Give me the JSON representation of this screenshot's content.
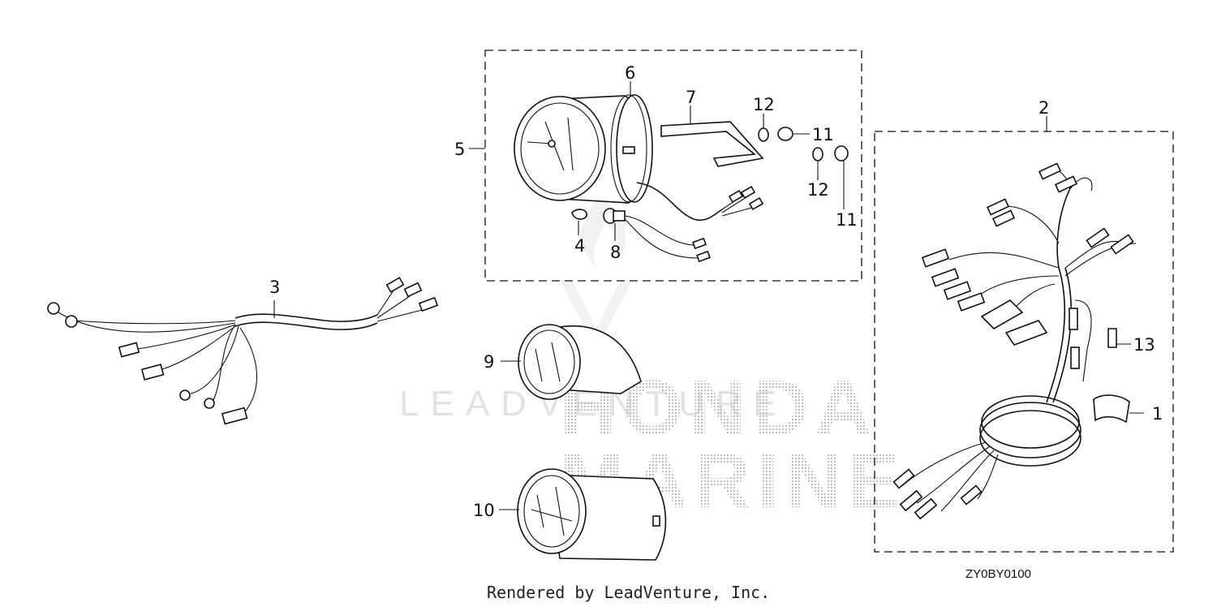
{
  "diagram": {
    "callouts": [
      "1",
      "2",
      "3",
      "4",
      "5",
      "6",
      "7",
      "8",
      "9",
      "10",
      "11",
      "11",
      "12",
      "12",
      "13"
    ],
    "diagram_code": "ZY0BY0100",
    "footer": "Rendered by LeadVenture, Inc.",
    "watermark": {
      "company": "LEADVENTURE",
      "brand_line1": "HONDA",
      "brand_line2": "MARINE"
    }
  },
  "colors": {
    "ink": "#111111",
    "watermark_gray": "#e2e2e2",
    "dot_pattern": "#bdbdbd"
  }
}
